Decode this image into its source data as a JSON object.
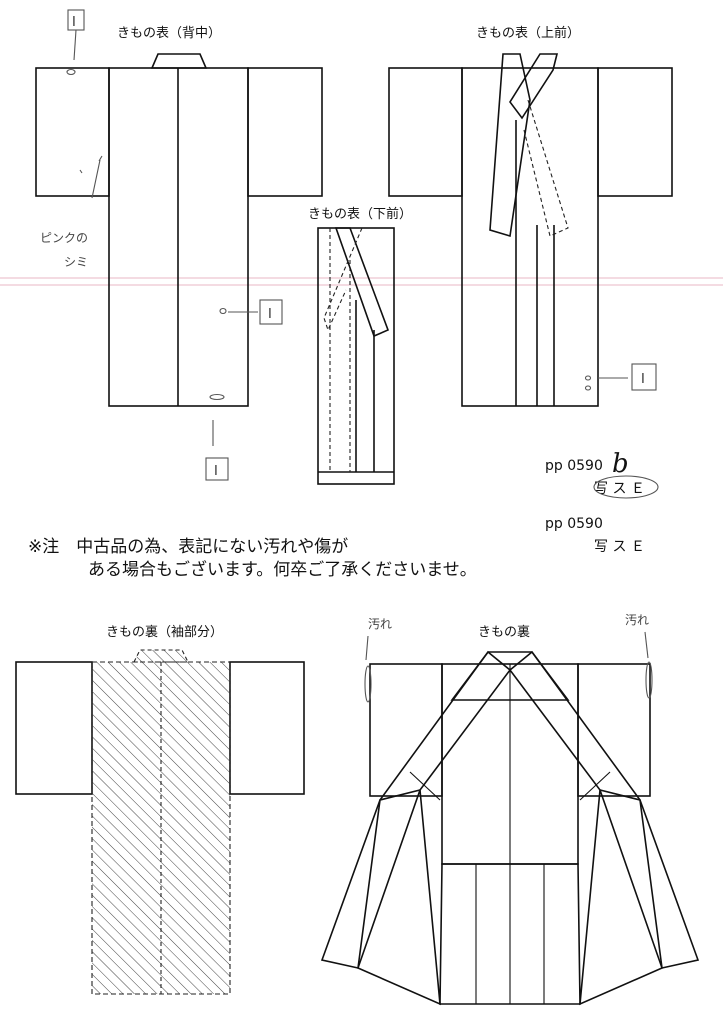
{
  "labels": {
    "back": "きもの表（背中）",
    "front_upper": "きもの表（上前）",
    "front_lower": "きもの表（下前）",
    "lining_sleeve": "きもの裏（袖部分）",
    "lining": "きもの裏"
  },
  "codes": {
    "code1": "pp 0590",
    "code1_suffix": "b",
    "code1_sub": "写 ス Ｅ",
    "code2": "pp 0590",
    "code2_sub": "写 ス Ｅ"
  },
  "notice": {
    "line1": "※注　中古品の為、表記にない汚れや傷が",
    "line2": "ある場合もございます。何卒ご了承くださいませ。"
  },
  "annotations": {
    "pink_stain_1": "ピンクの",
    "pink_stain_2": "シミ",
    "dirt_left": "汚れ",
    "dirt_right": "汚れ",
    "box_mark": "I"
  }
}
